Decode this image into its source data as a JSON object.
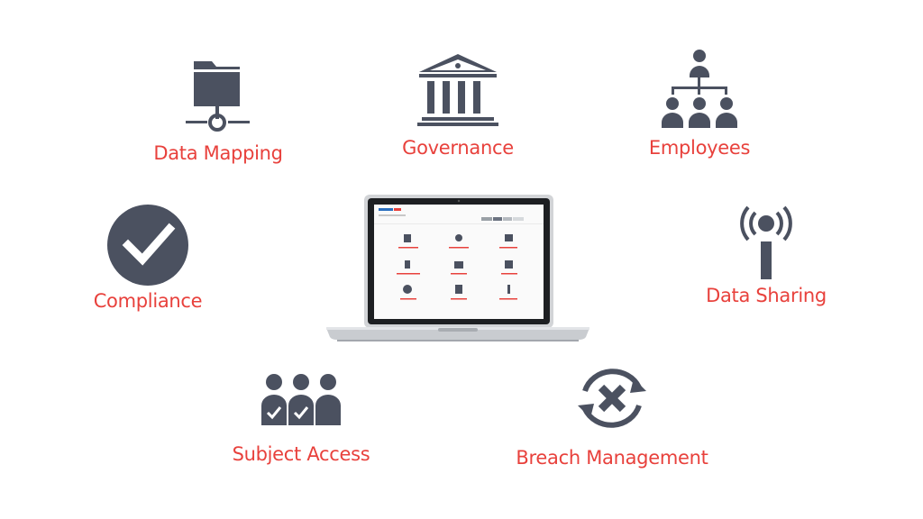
{
  "colors": {
    "accent": "#e8413c",
    "icon": "#4b5160",
    "laptop_body": "#c9ccd0"
  },
  "features": [
    {
      "id": "data-mapping",
      "label": "Data Mapping",
      "icon": "folder-network-icon"
    },
    {
      "id": "governance",
      "label": "Governance",
      "icon": "bank-building-icon"
    },
    {
      "id": "employees",
      "label": "Employees",
      "icon": "org-chart-icon"
    },
    {
      "id": "compliance",
      "label": "Compliance",
      "icon": "checkmark-circle-icon"
    },
    {
      "id": "data-sharing",
      "label": "Data Sharing",
      "icon": "broadcast-antenna-icon"
    },
    {
      "id": "subject-access",
      "label": "Subject Access",
      "icon": "people-check-icon"
    },
    {
      "id": "breach-management",
      "label": "Breach Management",
      "icon": "breach-cycle-icon"
    }
  ]
}
